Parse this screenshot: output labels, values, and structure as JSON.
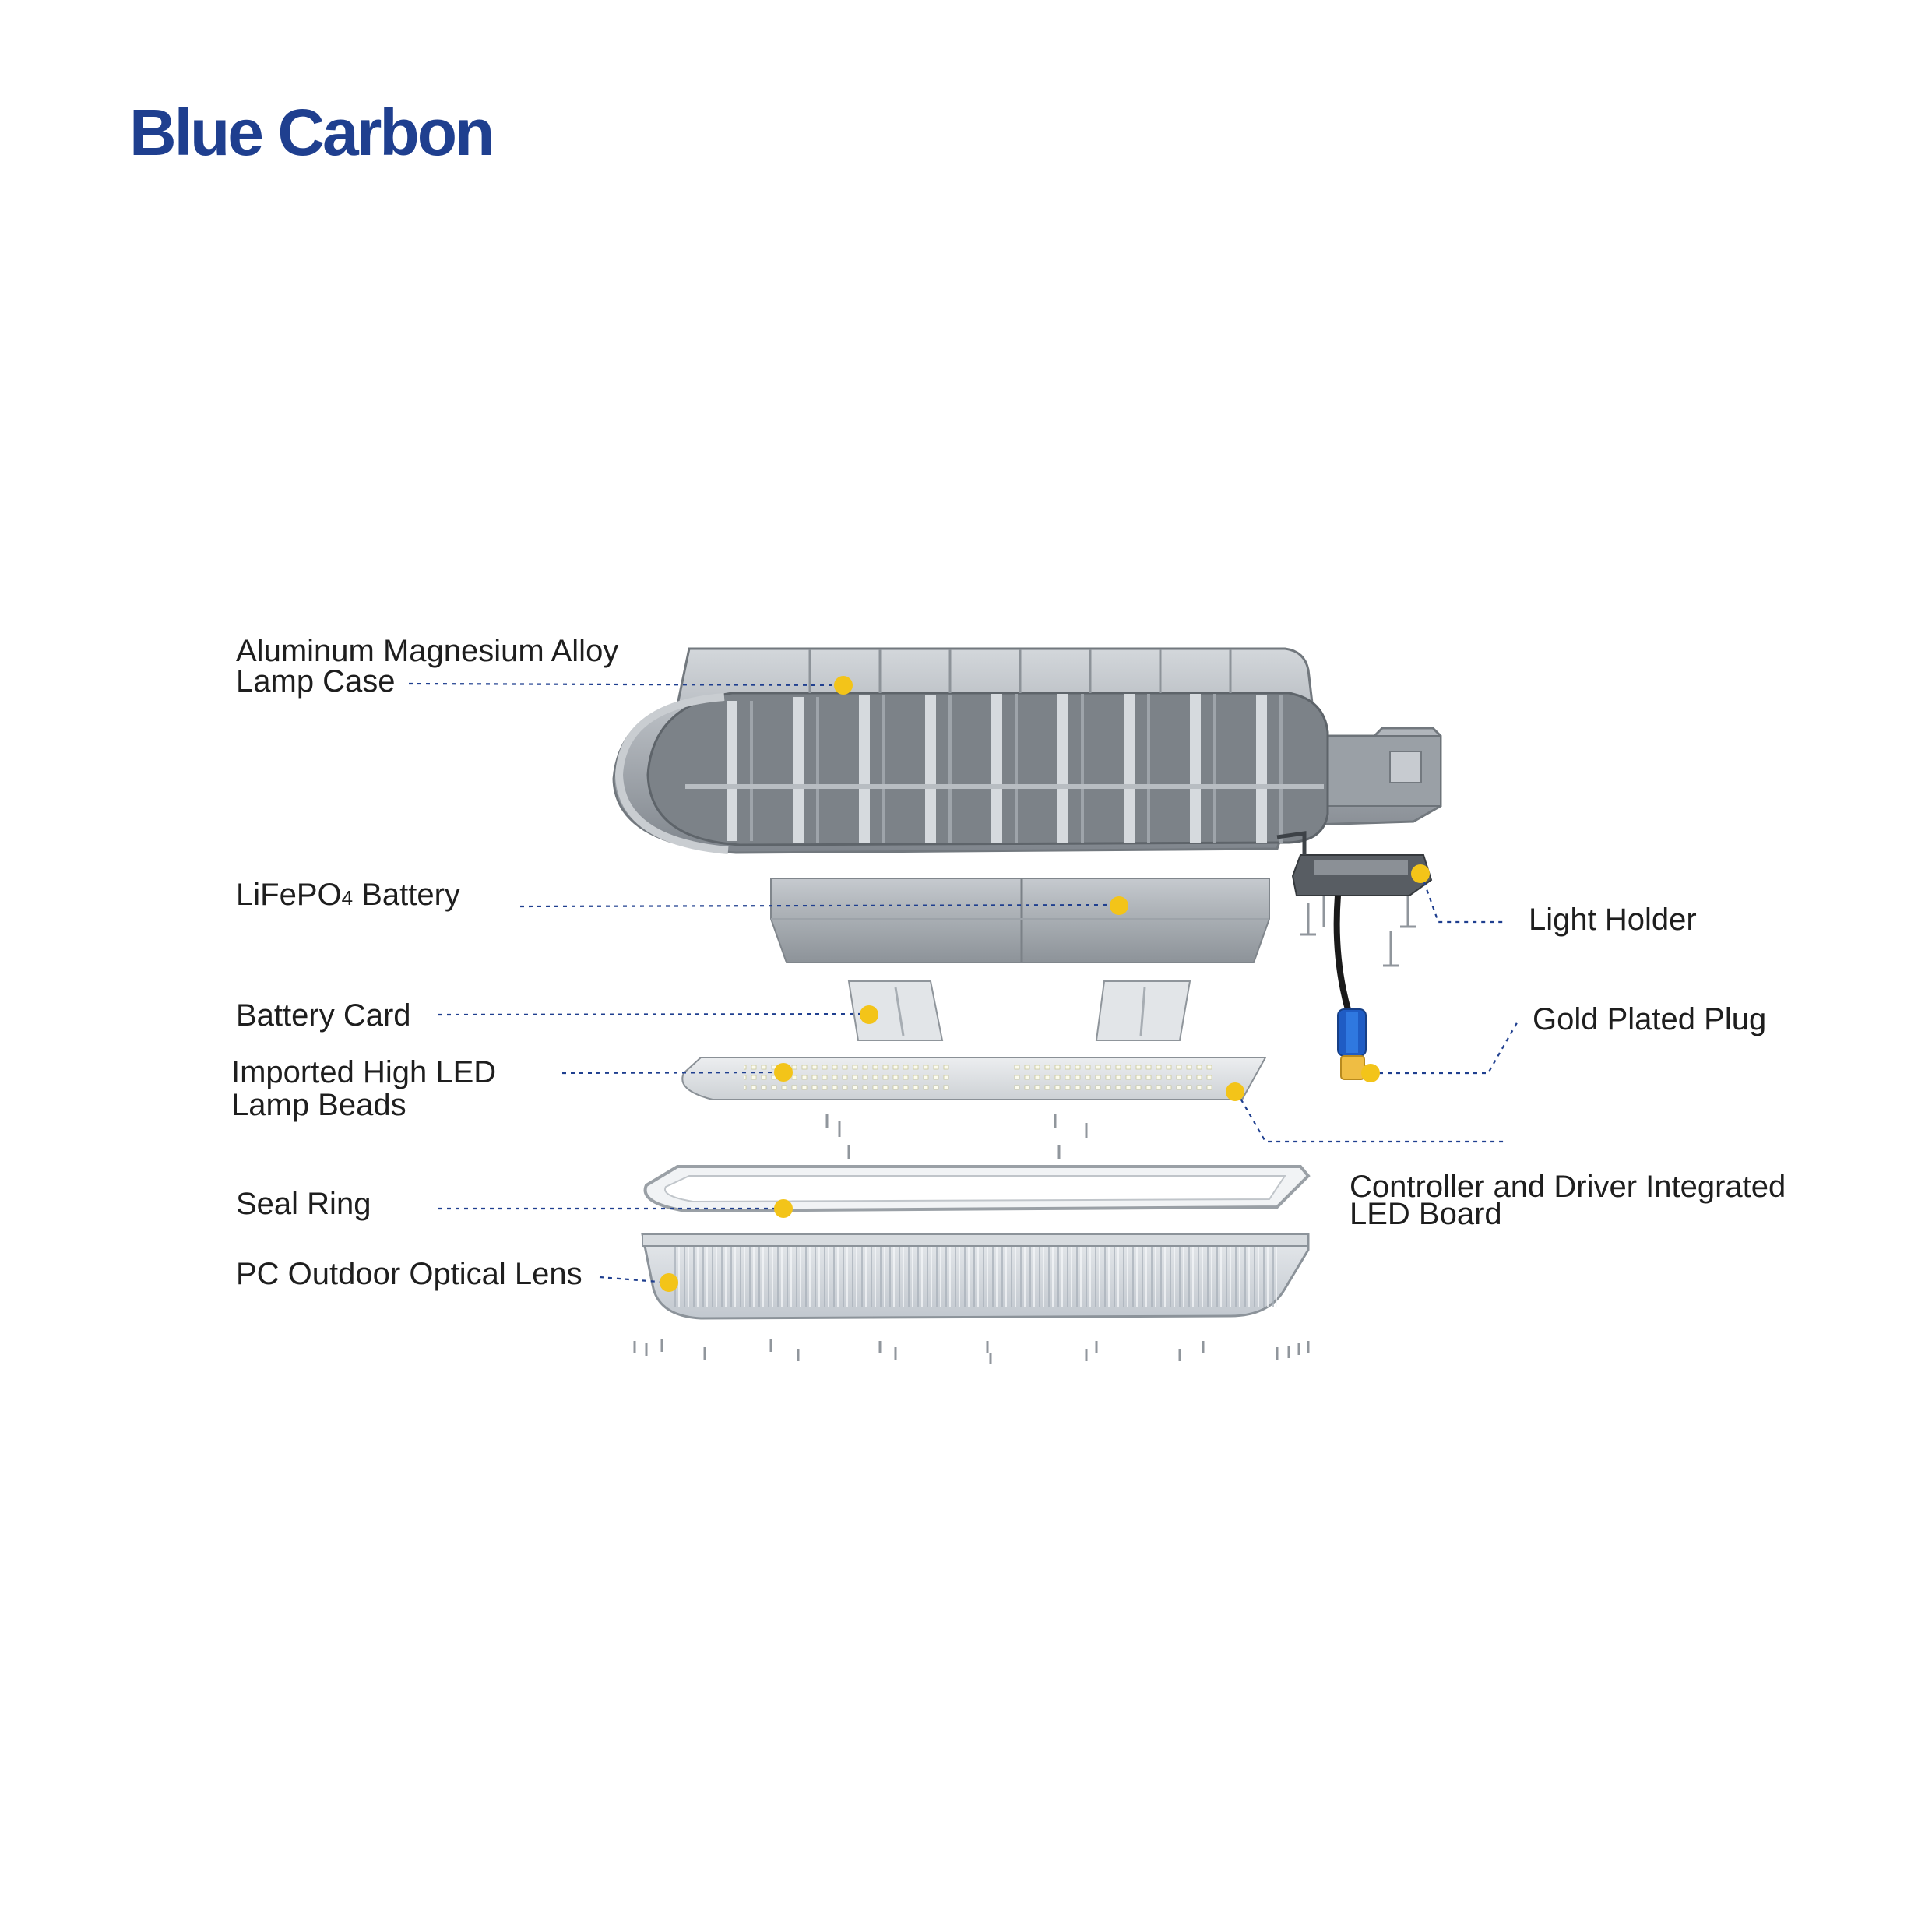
{
  "brand": {
    "name": "Blue Carbon",
    "color": "#1f3f8f"
  },
  "colors": {
    "marker": "#f3c419",
    "leader_line": "#1f3f8f",
    "label_text": "#1e1e1e",
    "connector": "#1f5cc4"
  },
  "labels": {
    "lamp_case": {
      "line1": "Aluminum Magnesium Alloy",
      "line2": "Lamp Case"
    },
    "battery": {
      "prefix": "LiFePO",
      "subscript": "4",
      "suffix": " Battery"
    },
    "battery_card": "Battery Card",
    "led_beads": {
      "line1": "Imported High LED",
      "line2": "Lamp Beads"
    },
    "seal_ring": "Seal Ring",
    "optical_lens": "PC Outdoor Optical Lens",
    "light_holder": "Light Holder",
    "gold_plug": "Gold Plated Plug",
    "controller": {
      "line1": "Controller and Driver Integrated",
      "line2": "LED Board"
    }
  }
}
